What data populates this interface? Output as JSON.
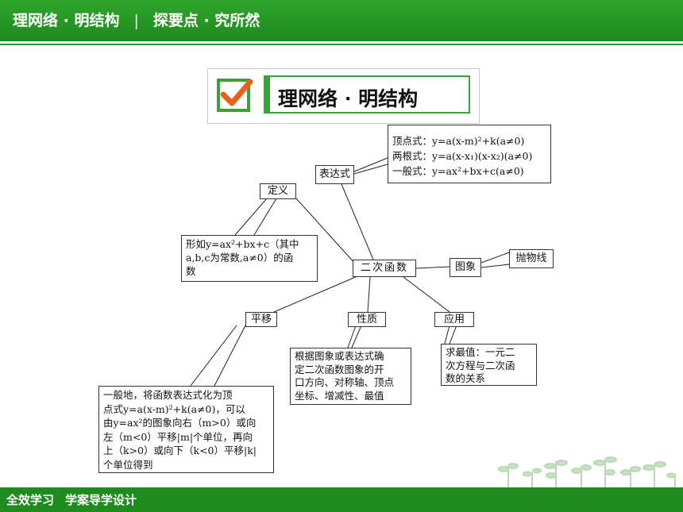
{
  "header": {
    "left_tab": "理网络 · 明结构",
    "separator": "|",
    "right_tab": "探要点 · 究所然"
  },
  "title": {
    "text": "理网络 · 明结构",
    "icon": "checkmark-icon"
  },
  "footer": {
    "item1": "全效学习",
    "item2": "学案导学设计"
  },
  "colors": {
    "bar_green": "#1f8a1e",
    "accent_green": "#3aa336",
    "check_orange": "#e8621a"
  },
  "diagram": {
    "center": "二次函数",
    "expression": {
      "label": "表达式",
      "lines": [
        "顶点式：y=a(x-m)²+k(a≠0)",
        "两根式：y=a(x-x₁)(x-x₂)(a≠0)",
        "一般式：y=ax²+bx+c(a≠0)"
      ]
    },
    "definition": {
      "label": "定义",
      "lines": [
        "形如y=ax²+bx+c（其中",
        "a,b,c为常数,a≠0）的函",
        "数"
      ]
    },
    "graph": {
      "label": "图象",
      "result": "抛物线"
    },
    "translation": {
      "label": "平移",
      "lines": [
        "一般地，将函数表达式化为顶",
        "点式y=a(x-m)²+k(a≠0)，可以",
        "由y=ax²的图象向右（m>0）或向",
        "左（m<0）平移|m|个单位，再向",
        "上（k>0）或向下（k<0）平移|k|",
        "个单位得到"
      ]
    },
    "property": {
      "label": "性质",
      "lines": [
        "根据图象或表达式确",
        "定二次函数图象的开",
        "口方向、对称轴、顶点",
        "坐标、增减性、最值"
      ]
    },
    "application": {
      "label": "应用",
      "lines": [
        "求最值：一元二",
        "次方程与二次函",
        "数的关系"
      ]
    }
  }
}
